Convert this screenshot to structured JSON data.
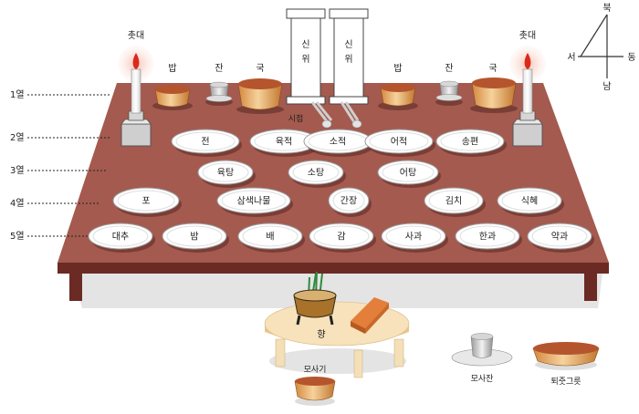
{
  "labels": {
    "candle_left": "촛대",
    "candle_right": "촛대",
    "rice_left": "밥",
    "cup_left": "잔",
    "soup_left": "국",
    "rice_right": "밥",
    "cup_right": "잔",
    "soup_right": "국",
    "spoon": "시접",
    "tablet_left": "신\n위",
    "tablet_right": "신\n위",
    "incense": "향",
    "mosagi": "모사기",
    "mosajan": "모사잔",
    "toejutgeureut": "퇴줏그릇"
  },
  "compass": {
    "north": "북",
    "south": "남",
    "west": "서",
    "east": "동"
  },
  "rows": [
    {
      "label": "1열"
    },
    {
      "label": "2열",
      "dishes": [
        "전",
        "육적",
        "소적",
        "어적",
        "송편"
      ]
    },
    {
      "label": "3열",
      "dishes": [
        "육탕",
        "소탕",
        "어탕"
      ]
    },
    {
      "label": "4열",
      "dishes": [
        "포",
        "삼색나물",
        "간장",
        "김치",
        "식혜"
      ]
    },
    {
      "label": "5열",
      "dishes": [
        "대추",
        "밤",
        "배",
        "감",
        "사과",
        "한과",
        "약과"
      ]
    }
  ]
}
